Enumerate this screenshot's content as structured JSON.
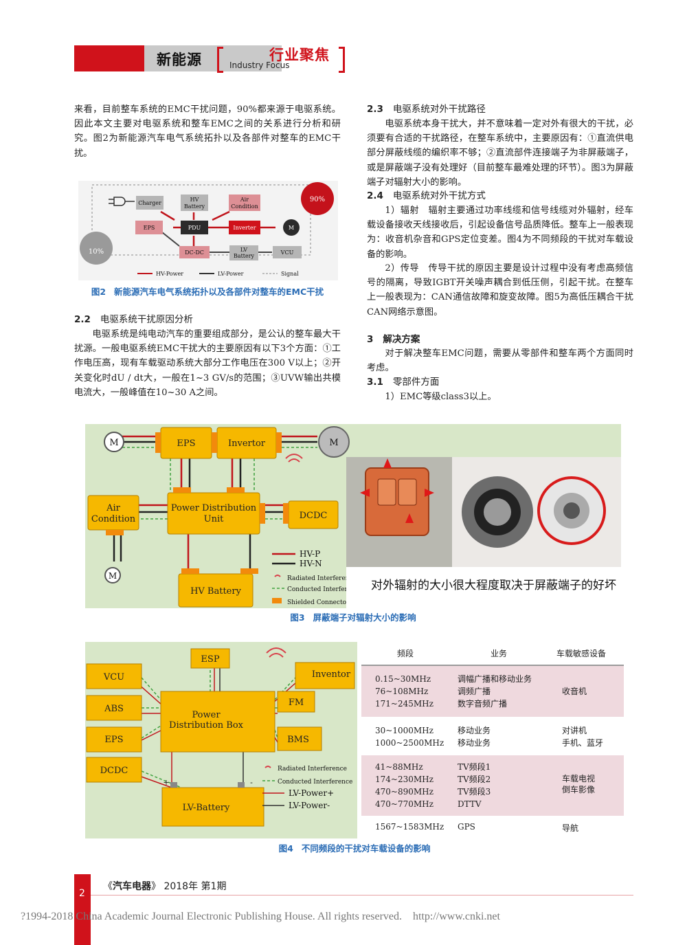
{
  "header": {
    "section": "新能源",
    "column_cn": "行业聚焦",
    "column_en": "Industry Focus"
  },
  "left_col": {
    "intro": "来看，目前整车系统的EMC干扰问题，90%都来源于电驱系统。因此本文主要对电驱系统和整车EMC之间的关系进行分析和研究。图2为新能源汽车电气系统拓扑以及各部件对整车的EMC干扰。",
    "fig2": {
      "nodes": {
        "charger": "Charger",
        "hv_battery_1": "HV",
        "hv_battery_2": "Battery",
        "air_1": "Air",
        "air_2": "Condition",
        "eps": "EPS",
        "pdu": "PDU",
        "inverter": "Inverter",
        "motor": "M",
        "dcdc": "DC-DC",
        "lv_1": "LV",
        "lv_2": "Battery",
        "vcu": "VCU",
        "pct_90": "90%",
        "pct_10": "10%",
        "legend_hv": "HV-Power",
        "legend_lv": "LV-Power",
        "legend_sig": "Signal"
      },
      "caption_num": "图2",
      "caption_text": "新能源汽车电气系统拓扑以及各部件对整车的EMC干扰"
    },
    "s22": {
      "num": "2.2",
      "title": "电驱系统干扰原因分析",
      "body": "电驱系统是纯电动汽车的重要组成部分，是公认的整车最大干扰源。一般电驱系统EMC干扰大的主要原因有以下3个方面：①工作电压高，现有车载驱动系统大部分工作电压在300 V以上；②开关变化时dU / dt大，一般在1~3 GV/s的范围；③UVW输出共模电流大，一般峰值在10~30 A之间。"
    }
  },
  "right_col": {
    "s23": {
      "num": "2.3",
      "title": "电驱系统对外干扰路径",
      "body": "电驱系统本身干扰大，并不意味着一定对外有很大的干扰，必须要有合适的干扰路径，在整车系统中，主要原因有：①直流供电部分屏蔽线缆的编织率不够；②直流部件连接端子为非屏蔽端子，或是屏蔽端子没有处理好（目前整车最难处理的环节）。图3为屏蔽端子对辐射大小的影响。"
    },
    "s24": {
      "num": "2.4",
      "title": "电驱系统对外干扰方式",
      "p1": "1）辐射　辐射主要通过功率线缆和信号线缆对外辐射，经车载设备接收天线接收后，引起设备信号品质降低。整车上一般表现为：收音机杂音和GPS定位变差。图4为不同频段的干扰对车载设备的影响。",
      "p2": "2）传导　传导干扰的原因主要是设计过程中没有考虑高频信号的隔离，导致IGBT开关噪声耦合到低压侧，引起干扰。在整车上一般表现为：CAN通信故障和旋变故障。图5为高低压耦合干扰CAN网络示意图。"
    },
    "s3": {
      "num": "3",
      "title": "解决方案",
      "body": "对于解决整车EMC问题，需要从零部件和整车两个方面同时考虑。"
    },
    "s31": {
      "num": "3.1",
      "title": "零部件方面",
      "p1": "1）EMC等级class3以上。"
    }
  },
  "fig3": {
    "eps": "EPS",
    "invertor": "Invertor",
    "motor": "M",
    "air_1": "Air",
    "air_2": "Condition",
    "pdu_1": "Power Distribution",
    "pdu_2": "Unit",
    "dcdc": "DCDC",
    "hv_battery": "HV Battery",
    "legend_hvp": "HV-P",
    "legend_hvn": "HV-N",
    "legend_rad": "Radiated Interference",
    "legend_cond": "Conducted Interference",
    "legend_shield": "Shielded Connector",
    "photo_caption": "对外辐射的大小很大程度取决于屏蔽端子的好坏",
    "caption_num": "图3",
    "caption_text": "屏蔽端子对辐射大小的影响"
  },
  "fig4": {
    "esp": "ESP",
    "vcu": "VCU",
    "abs": "ABS",
    "eps": "EPS",
    "dcdc": "DCDC",
    "inventor": "Inventor",
    "fm": "FM",
    "bms": "BMS",
    "pdb_1": "Power",
    "pdb_2": "Distribution Box",
    "lv_battery": "LV-Battery",
    "plus": "+",
    "minus": "-",
    "legend_rad": "Radiated Interference",
    "legend_cond": "Conducted Interference",
    "legend_lvp": "LV-Power+",
    "legend_lvn": "LV-Power-",
    "table": {
      "headers": [
        "频段",
        "业务",
        "车载敏感设备"
      ],
      "groups": [
        {
          "freqs": [
            "0.15~30MHz",
            "76~108MHz",
            "171~245MHz"
          ],
          "services": [
            "调幅广播和移动业务",
            "调频广播",
            "数字音频广播"
          ],
          "devices": [
            "收音机"
          ],
          "shaded": true
        },
        {
          "freqs": [
            "30~1000MHz",
            "1000~2500MHz"
          ],
          "services": [
            "移动业务",
            "移动业务"
          ],
          "devices": [
            "对讲机",
            "手机、蓝牙"
          ],
          "shaded": false
        },
        {
          "freqs": [
            "41~88MHz",
            "174~230MHz",
            "470~890MHz",
            "470~770MHz"
          ],
          "services": [
            "TV频段1",
            "TV频段2",
            "TV频段3",
            "DTTV"
          ],
          "devices": [
            "车载电视",
            "倒车影像"
          ],
          "shaded": true
        },
        {
          "freqs": [
            "1567~1583MHz"
          ],
          "services": [
            "GPS"
          ],
          "devices": [
            "导航"
          ],
          "shaded": false
        }
      ]
    },
    "caption_num": "图4",
    "caption_text": "不同频段的干扰对车载设备的影响"
  },
  "footer": {
    "page_num": "2",
    "journal_open": "《",
    "journal_name": "汽车电器",
    "journal_close": "》",
    "issue": "2018年 第1期",
    "copyright": "?1994-2018 China Academic Journal Electronic Publishing House. All rights reserved.    http://www.cnki.net"
  },
  "colors": {
    "header_red": "#d0121b",
    "caption_blue": "#2a6cb5",
    "box_yellow": "#f6b800",
    "box_orange": "#f28a0c",
    "table_pink": "#efd9de"
  }
}
